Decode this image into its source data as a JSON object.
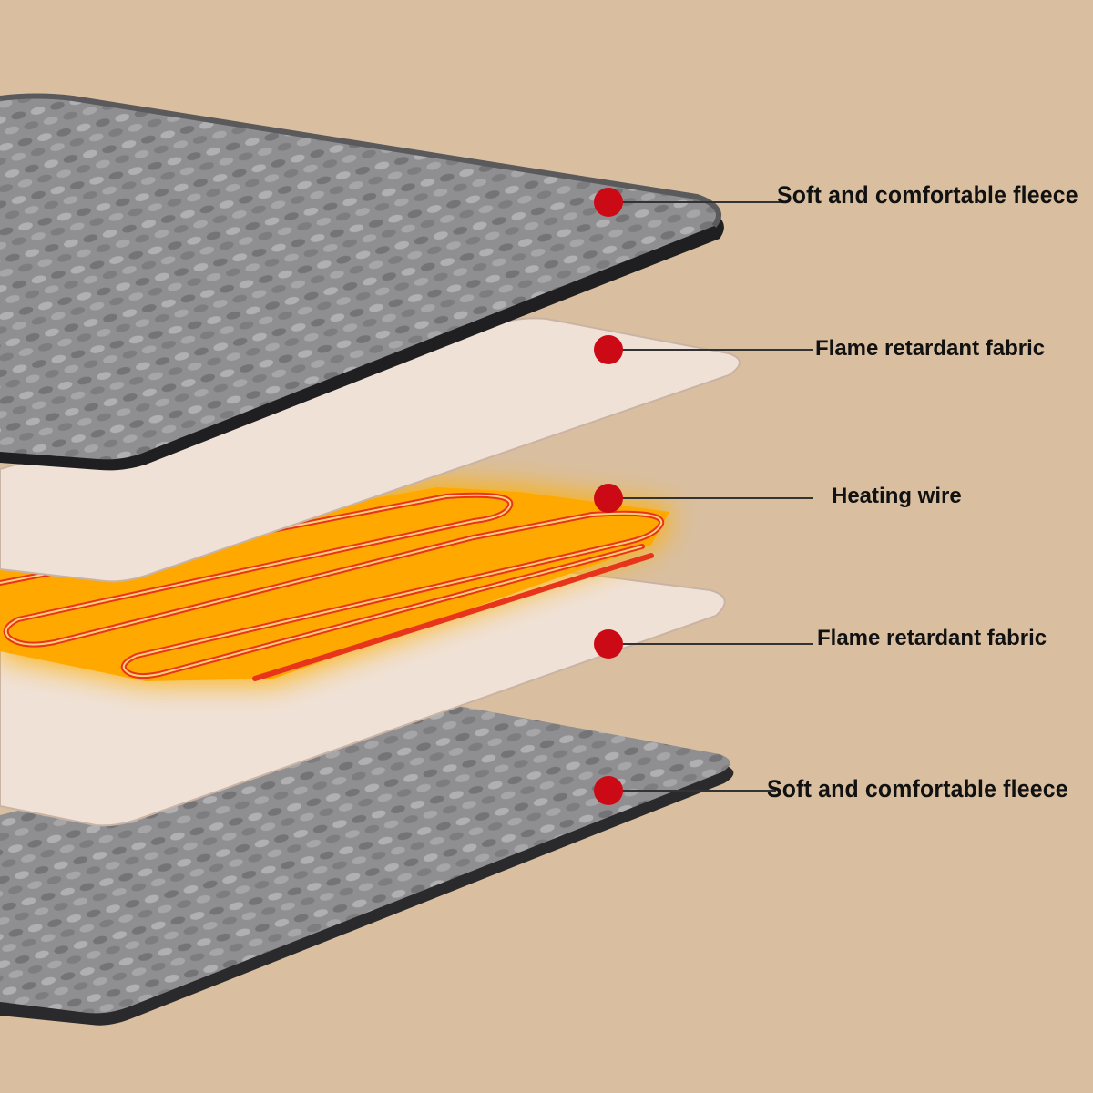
{
  "colors": {
    "background": "#d9bfa0",
    "fleece": "#8e8e90",
    "fleece_edge": "#3b3a3c",
    "fabric": "#efe1d6",
    "fabric_edge": "#c9b3a4",
    "wire": "#f08a1e",
    "wire_glow": "#ffb000",
    "marker": "#cc0a16",
    "leader": "#333333"
  },
  "labels": [
    {
      "text": "Soft and comfortable fleece",
      "marker": "red-dot"
    },
    {
      "text": "Flame retardant fabric",
      "marker": "red-dot"
    },
    {
      "text": "Heating wire",
      "marker": "red-dot"
    },
    {
      "text": "Flame retardant fabric",
      "marker": "red-dot"
    },
    {
      "text": "Soft and comfortable fleece",
      "marker": "red-dot"
    }
  ]
}
